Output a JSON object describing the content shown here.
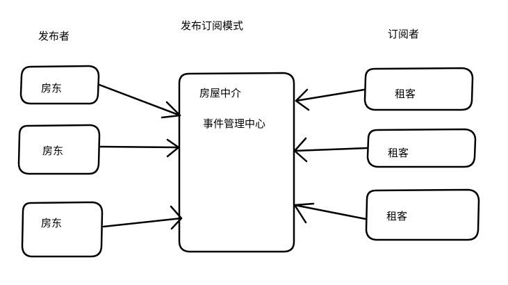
{
  "title": "发布订阅模式",
  "publisher_label": "发布者",
  "subscriber_label": "订阅者",
  "publishers": [
    {
      "label": "房东"
    },
    {
      "label": "房东"
    },
    {
      "label": "房东"
    }
  ],
  "center": {
    "title": "房屋中介",
    "subtitle": "事件管理中心"
  },
  "subscribers": [
    {
      "label": "租客"
    },
    {
      "label": "租客"
    },
    {
      "label": "租客"
    }
  ]
}
